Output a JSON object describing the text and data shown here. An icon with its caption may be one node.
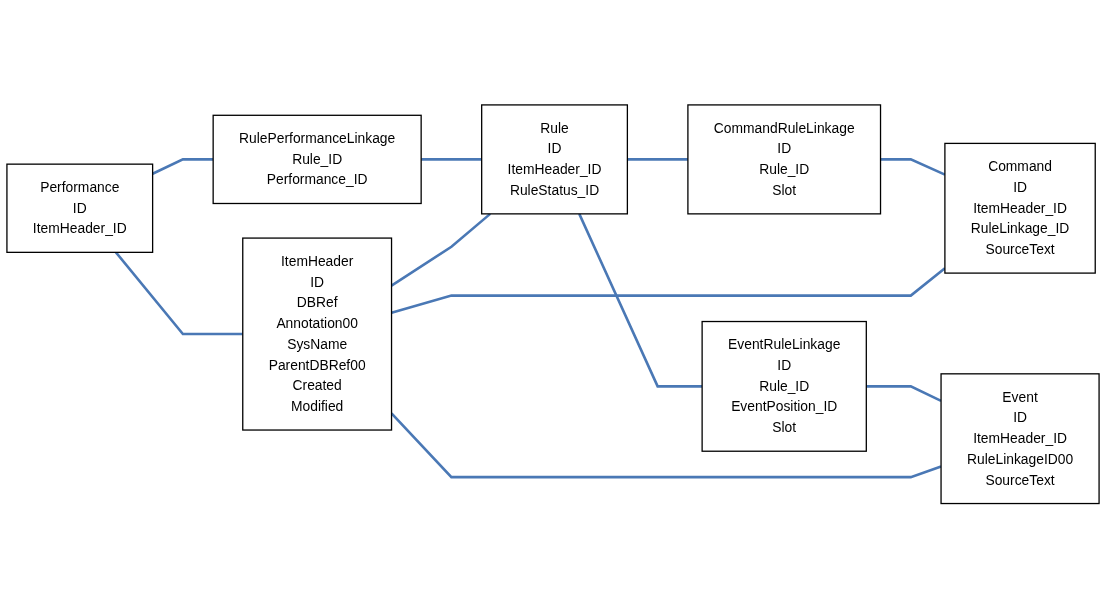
{
  "diagram": {
    "nodes": [
      {
        "text": [
          "Performance",
          "ID",
          "ItemHeader_ID"
        ]
      },
      {
        "text": [
          "RulePerformanceLinkage",
          "Rule_ID",
          "Performance_ID"
        ]
      },
      {
        "text": [
          "CommandRuleLinkage",
          "ID",
          "Rule_ID",
          "Slot"
        ]
      },
      {
        "text": [
          "Command",
          "ID",
          "ItemHeader_ID",
          "RuleLinkage_ID",
          "SourceText"
        ]
      },
      {
        "text": [
          "Rule",
          "ID",
          "ItemHeader_ID",
          "RuleStatus_ID"
        ]
      },
      {
        "text": [
          "EventRuleLinkage",
          "ID",
          "Rule_ID",
          "EventPosition_ID",
          "Slot"
        ]
      },
      {
        "text": [
          "Event",
          "ID",
          "ItemHeader_ID",
          "RuleLinkageID00",
          "SourceText"
        ]
      },
      {
        "text": [
          "ItemHeader",
          "ID",
          "DBRef",
          "Annotation00",
          "SysName",
          "ParentDBRef00",
          "Created",
          "Modified"
        ]
      }
    ],
    "edges": [
      {
        "from": 0,
        "to": 7,
        "arrow": "none"
      },
      {
        "from": 0,
        "to": 1,
        "arrow": "none"
      },
      {
        "from": 1,
        "to": 4,
        "arrow": "none"
      },
      {
        "from": 4,
        "to": 2,
        "arrow": "none"
      },
      {
        "from": 2,
        "to": 3,
        "arrow": "none"
      },
      {
        "from": 4,
        "to": 5,
        "arrow": "none"
      },
      {
        "from": 5,
        "to": 6,
        "arrow": "none"
      },
      {
        "from": 7,
        "to": 4,
        "arrow": "none"
      },
      {
        "from": 7,
        "to": 6,
        "arrow": "none"
      },
      {
        "from": 7,
        "to": 3,
        "arrow": "none"
      }
    ]
  }
}
